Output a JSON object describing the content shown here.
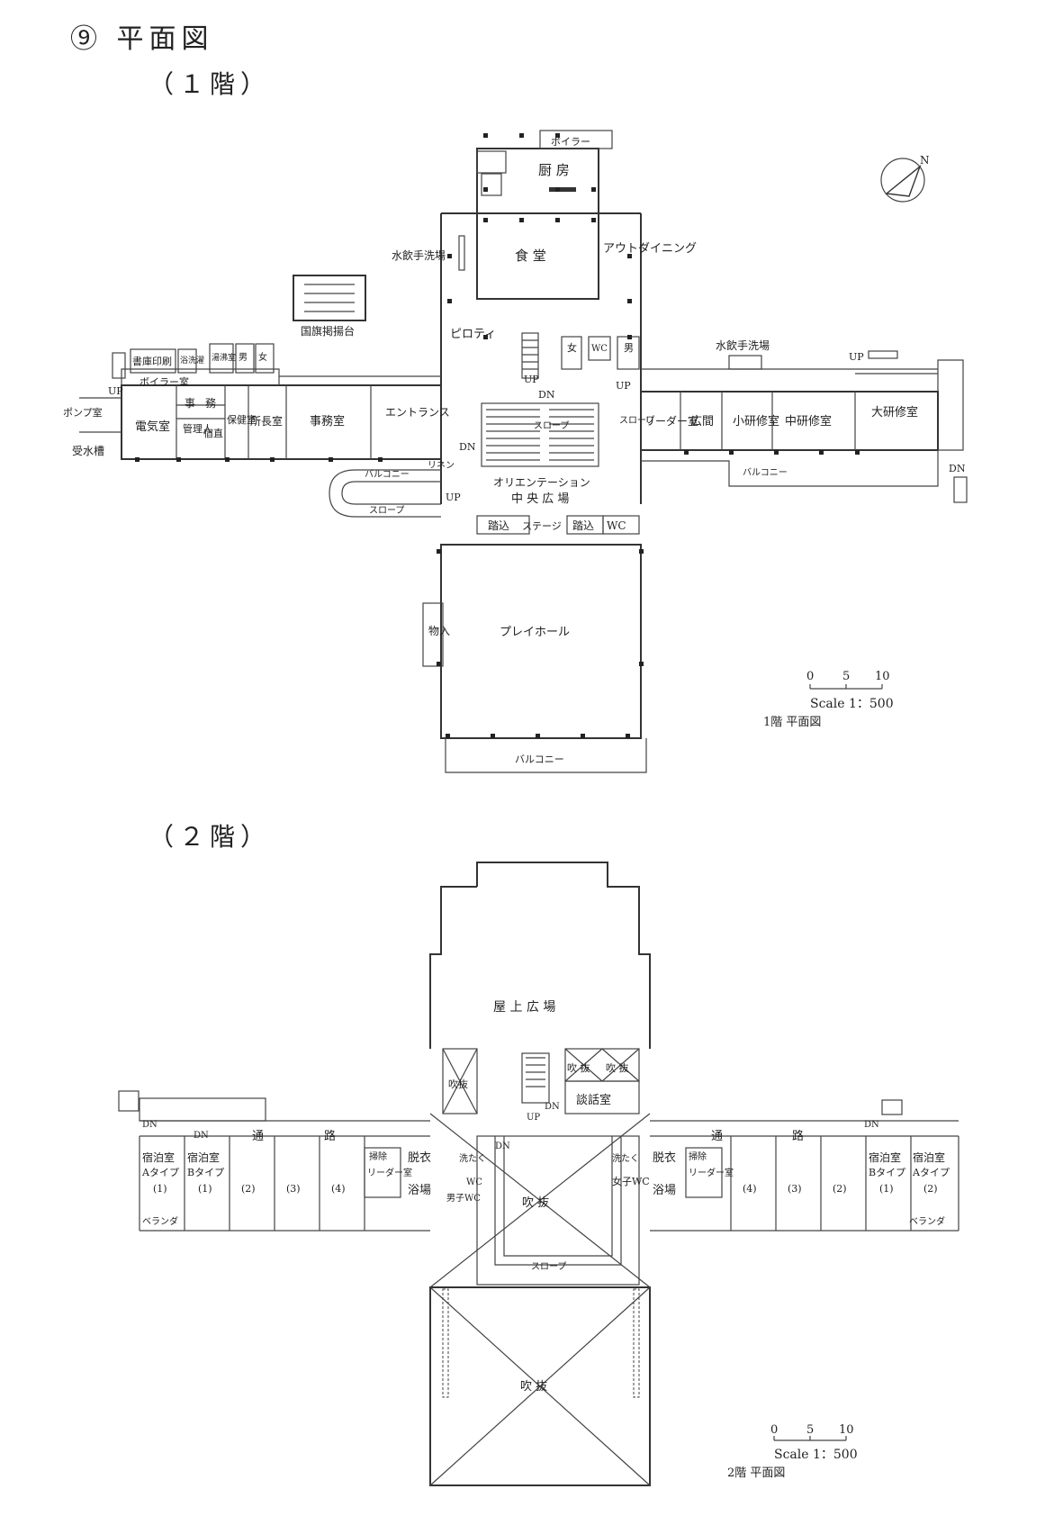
{
  "title": "⑨ 平面図",
  "floor1": {
    "heading": "（１階）",
    "rooms": {
      "boiler_top": "ボイラー",
      "kitchen": "厨 房",
      "dining": "食 堂",
      "out_dining": "アウトダイニング",
      "water_wash_1": "水飲手洗場",
      "flag": "国旗掲揚台",
      "piloti": "ピロティ",
      "women_wc": "女",
      "wc_mid": "WC",
      "men_wc": "男",
      "water_wash_2": "水飲手洗場",
      "books": "書庫印刷",
      "yoso": "浴洗濯",
      "yusou": "湯沸室",
      "men_small": "男",
      "women_small": "女",
      "boiler_room": "ボイラー室",
      "pump": "ポンプ室",
      "water_tank": "受水槽",
      "electric": "電気室",
      "clerk1": "事",
      "clerk2": "務",
      "manager": "管理人",
      "night": "宿直",
      "health": "保健室",
      "director": "所長室",
      "office": "事務室",
      "entrance": "エントランス",
      "leader": "リーダー室",
      "hiroma": "広間",
      "small_study": "小研修室",
      "mid_study": "中研修室",
      "large_study": "大研修室",
      "balcony_l": "バルコニー",
      "balcony_r": "バルコニー",
      "slope": "スロープ",
      "slope_v1": "スロープ",
      "slope_v2": "スロープ",
      "orientation": "オリエンテーション",
      "plaza": "中 央 広 場",
      "fumikomi1": "踏込",
      "stage": "ステージ",
      "fumikomi2": "踏込",
      "wc_stage": "WC",
      "storage": "物入",
      "playhall": "プレイホール",
      "balcony_bottom": "バルコニー",
      "rinen": "リネン"
    },
    "markers": {
      "up1": "UP",
      "up2": "UP",
      "up3": "UP",
      "up4": "UP",
      "up5": "UP",
      "dn1": "DN",
      "dn2": "DN",
      "dn3": "DN"
    },
    "scale": {
      "ticks": [
        "0",
        "5",
        "10"
      ],
      "label": "Scale  1：500",
      "caption": "1階 平面図"
    }
  },
  "floor2": {
    "heading": "（２階）",
    "rooms": {
      "rooftop": "屋 上 広 場",
      "fukinuke_small": "吹抜",
      "fukinuke_a": "吹 抜",
      "fukinuke_b": "吹 抜",
      "talk": "談話室",
      "corridor_l": "通",
      "corridor_l2": "路",
      "corridor_r": "通",
      "corridor_r2": "路",
      "fukinuke_center": "吹 抜",
      "fukinuke_big": "吹 抜",
      "slope": "スロープ",
      "stay_a_l": "宿泊室",
      "stay_a_l_t": "Aタイプ",
      "stay_a_l_n": "(1)",
      "stay_b_l": "宿泊室",
      "stay_b_l_t": "Bタイプ",
      "stay_b_l_n": "(1)",
      "l2": "(2)",
      "l3": "(3)",
      "l4": "(4)",
      "cleaning_l": "掃除",
      "leader_l": "リーダー室",
      "dressing_l": "脱衣",
      "bath_l": "浴場",
      "laundry_l": "洗たく",
      "wc_l": "WC",
      "men_wc": "男子WC",
      "laundry_r": "洗たく",
      "women_wc": "女子WC",
      "dressing_r": "脱衣",
      "bath_r": "浴場",
      "cleaning_r": "掃除",
      "leader_r": "リーダー室",
      "r4": "(4)",
      "r3": "(3)",
      "r2": "(2)",
      "stay_b_r": "宿泊室",
      "stay_b_r_t": "Bタイプ",
      "stay_b_r_n": "(1)",
      "stay_a_r": "宿泊室",
      "stay_a_r_t": "Aタイプ",
      "stay_a_r_n": "(2)",
      "veranda_l": "ベランダ",
      "veranda_r": "ベランダ"
    },
    "markers": {
      "dn1": "DN",
      "dn2": "DN",
      "dn3": "DN",
      "dn4": "DN",
      "dn5": "DN",
      "up1": "UP"
    },
    "scale": {
      "ticks": [
        "0",
        "5",
        "10"
      ],
      "label": "Scale  1：500",
      "caption": "2階 平面図"
    }
  },
  "north_mark": "N"
}
